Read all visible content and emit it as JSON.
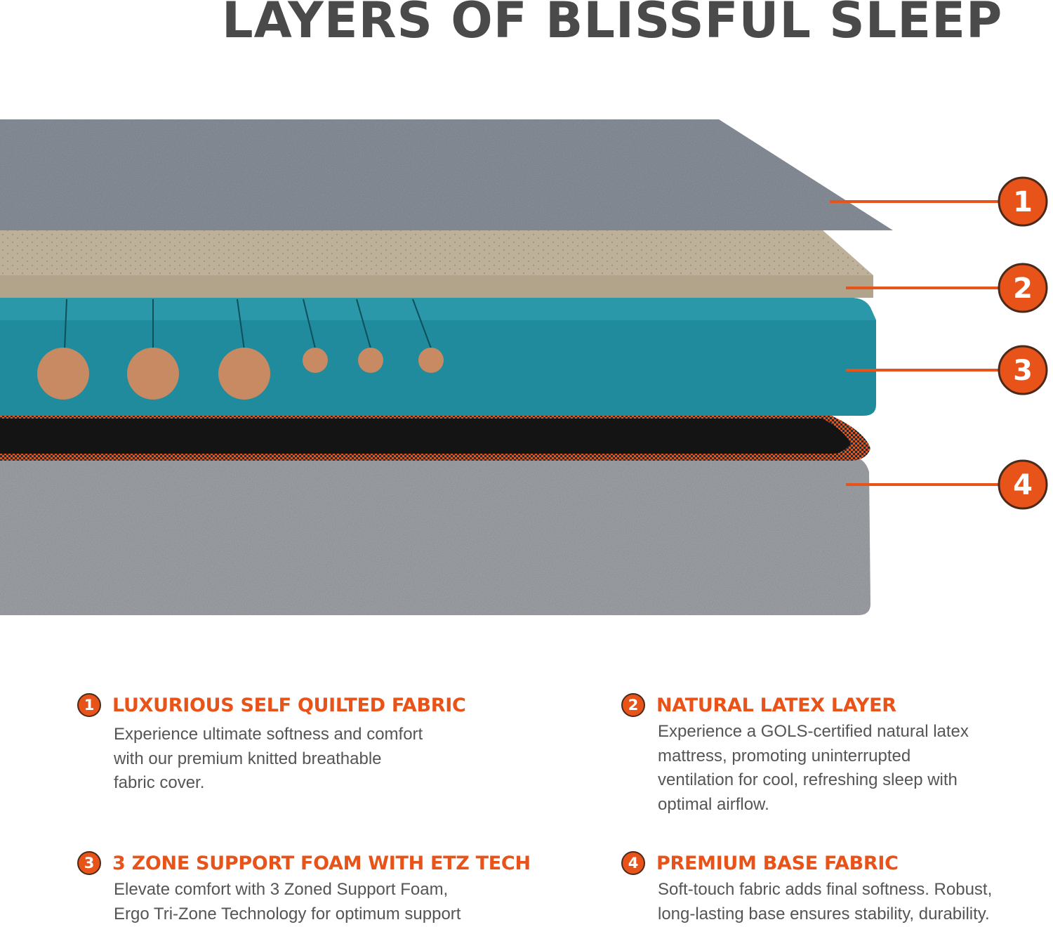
{
  "headline": "LAYERS OF BLISSFUL SLEEP",
  "colors": {
    "accent": "#e8531a",
    "heading": "#4a4a4a",
    "body_text": "#555555",
    "top_fabric": "#8d949f",
    "latex": "#bdb19a",
    "foam": "#1f8b9c",
    "zone_dots": "#c78a62",
    "base_fabric": "#a3a6ab"
  },
  "markers": [
    "1",
    "2",
    "3",
    "4"
  ],
  "features": [
    {
      "number": "1",
      "title": "LUXURIOUS SELF QUILTED FABRIC",
      "lines": [
        "Experience ultimate softness and comfort",
        "with our premium knitted breathable",
        "fabric cover."
      ]
    },
    {
      "number": "2",
      "title": "NATURAL LATEX LAYER",
      "lines": [
        "Experience a GOLS-certified natural latex",
        "mattress, promoting uninterrupted",
        "ventilation for cool, refreshing sleep with",
        "optimal airflow."
      ]
    },
    {
      "number": "3",
      "title": "3 ZONE SUPPORT FOAM WITH ETZ TECH",
      "lines": [
        "Elevate comfort with 3 Zoned Support Foam,",
        "Ergo Tri-Zone Technology for optimum support"
      ]
    },
    {
      "number": "4",
      "title": "PREMIUM BASE FABRIC",
      "lines": [
        "Soft-touch fabric adds final softness. Robust,",
        "long-lasting base ensures stability, durability."
      ]
    }
  ]
}
